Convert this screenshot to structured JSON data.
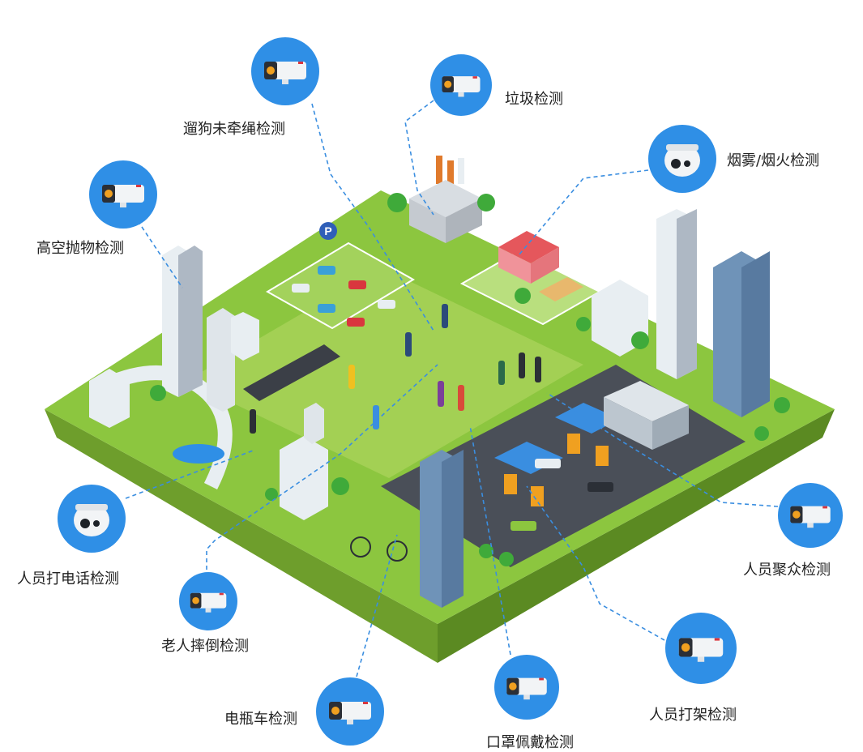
{
  "colors": {
    "grass": "#8cc63f",
    "grass_light": "#a9d25a",
    "platform_side": "#6e9e2c",
    "platform_front": "#5b8a22",
    "camera_circle": "#2f8fe6",
    "connector": "#3a8ee0",
    "building_blue": "#6f93b8",
    "road": "#3b3f47"
  },
  "cameras": [
    {
      "id": "leash",
      "label": "遛狗未牵绳检测",
      "icon": "bullet-camera-icon"
    },
    {
      "id": "garbage",
      "label": "垃圾检测",
      "icon": "bullet-camera-icon"
    },
    {
      "id": "smoke",
      "label": "烟雾/烟火检测",
      "icon": "dome-camera-icon"
    },
    {
      "id": "throw",
      "label": "高空抛物检测",
      "icon": "bullet-camera-icon"
    },
    {
      "id": "phone",
      "label": "人员打电话检测",
      "icon": "dome-camera-icon"
    },
    {
      "id": "fall",
      "label": "老人摔倒检测",
      "icon": "bullet-camera-icon"
    },
    {
      "id": "ebike",
      "label": "电瓶车检测",
      "icon": "bullet-camera-icon"
    },
    {
      "id": "mask",
      "label": "口罩佩戴检测",
      "icon": "bullet-camera-icon"
    },
    {
      "id": "fight",
      "label": "人员打架检测",
      "icon": "bullet-camera-icon"
    },
    {
      "id": "crowd",
      "label": "人员聚众检测",
      "icon": "bullet-camera-icon"
    }
  ],
  "parking_sign": "P"
}
